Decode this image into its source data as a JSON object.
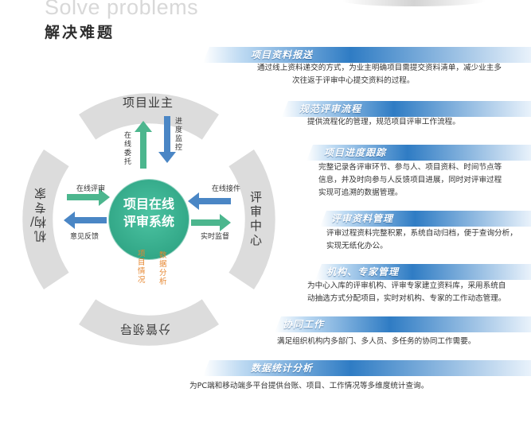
{
  "header": {
    "title_en": "Solve problems",
    "title_cn": "解决难题"
  },
  "diagram": {
    "center": {
      "line1": "项目在线",
      "line2": "评审系统"
    },
    "ring": {
      "top": "项目业主",
      "right": "评审中心",
      "bottom": "分管领导",
      "left": "机构/专家"
    },
    "arrows": {
      "top_up": "在线委托",
      "top_down": "进度监控",
      "right_in": "在线接件",
      "right_out": "实时监督",
      "left_in": "在线评审",
      "left_out": "意见反馈",
      "bottom_a": "项目情况",
      "bottom_b": "数据分析"
    },
    "colors": {
      "ring": "#dcdcdc",
      "center": "#3db595",
      "arrow_green": "#4cb68e",
      "arrow_blue": "#4a86c5",
      "text_orange": "#e6862f"
    }
  },
  "features": [
    {
      "title": "项目资料报送",
      "desc_lines": [
        "通过线上资料递交的方式，为业主明确项目需提交资料清单，减少业主多",
        "次往返于评审中心提交资料的过程。"
      ]
    },
    {
      "title": "规范评审流程",
      "desc_lines": [
        "提供流程化的管理，规范项目评审工作流程。"
      ]
    },
    {
      "title": "项目进度跟踪",
      "desc_lines": [
        "完整记录各评审环节、参与人、项目资料、时间节点等",
        "信息，并及时向参与人反馈项目进展，同时对评审过程",
        "实现可追溯的数据管理。"
      ]
    },
    {
      "title": "评审资料管理",
      "desc_lines": [
        "评审过程资料完整积累，系统自动归档，便于查询分析，",
        "实现无纸化办公。"
      ]
    },
    {
      "title": "机构、专家管理",
      "desc_lines": [
        "为中心入库的评审机构、评审专家建立资料库，采用系统自",
        "动抽选方式分配项目，实时对机构、专家的工作动态管理。"
      ]
    },
    {
      "title": "协同工作",
      "desc_lines": [
        "满足组织机构内多部门、多人员、多任务的协同工作需要。"
      ]
    },
    {
      "title": "数据统计分析",
      "desc_lines": [
        "为PC端和移动端多平台提供台账、项目、工作情况等多维度统计查询。"
      ]
    }
  ],
  "band_colors": {
    "light": "#bcd9f2",
    "dark": "#2f7cc4"
  }
}
